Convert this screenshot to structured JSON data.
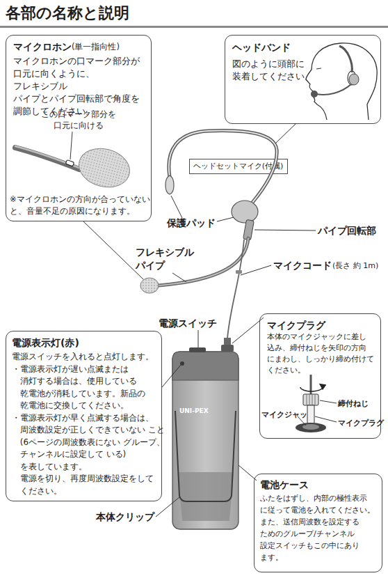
{
  "diagram": {
    "title": "各部の名称と説明",
    "nodes": [
      {
        "text": [
          "マイクロホン",
          "(単一指向性)",
          "マイクロホンの口マーク部分が 口元に向くように、フレキシブル パイプとパイプ回転部で角度を 調節してください。",
          "この口マーク部分を 口元に向ける",
          "※マイクロホンの方向が合っていない と、音量不足の原因になります。"
        ]
      },
      {
        "text": [
          "ヘッドバンド",
          "図のように頭部に 装着してください。"
        ]
      },
      {
        "text": [
          "ヘッドセットマイク(付属)"
        ]
      },
      {
        "text": [
          "マイクプラグ",
          "本体のマイクジャックに差し 込み、締付ねじを矢印の方向 にまわし、しっかり締め付けて ください。",
          "締付ねじ",
          "マイクジャック",
          "マイクプラグ"
        ]
      },
      {
        "text": [
          "電源表示灯(赤)",
          "電源スイッチを入れると点灯します。",
          "・電源表示灯が遅い点滅または 消灯する場合は、使用している 乾電池が消耗しています。新品の 乾電池に交換してください。",
          "・電源表示灯が早く点滅する場合は、 周波数設定が正しくできていない こと(6ページの周波数表にない グループ、チャンネルに設定して いる)を表しています。",
          "電源を切り、再度周波数設定をして ください。"
        ]
      },
      {
        "text": [
          "電池ケース",
          "ふたをはずし、内部の極性表示 に従って電池を入れてください。 また、送信周波数を設定する ためのグループ/チャンネル 設定スイッチもこの中にあり ます。"
        ]
      }
    ],
    "labels": [
      "保護パッド",
      "パイプ回転部",
      "フレキシブル パイプ",
      "マイクコード",
      "(長さ 約 1m)",
      "電源スイッチ",
      "UNI-PEX",
      "本体クリップ"
    ]
  }
}
